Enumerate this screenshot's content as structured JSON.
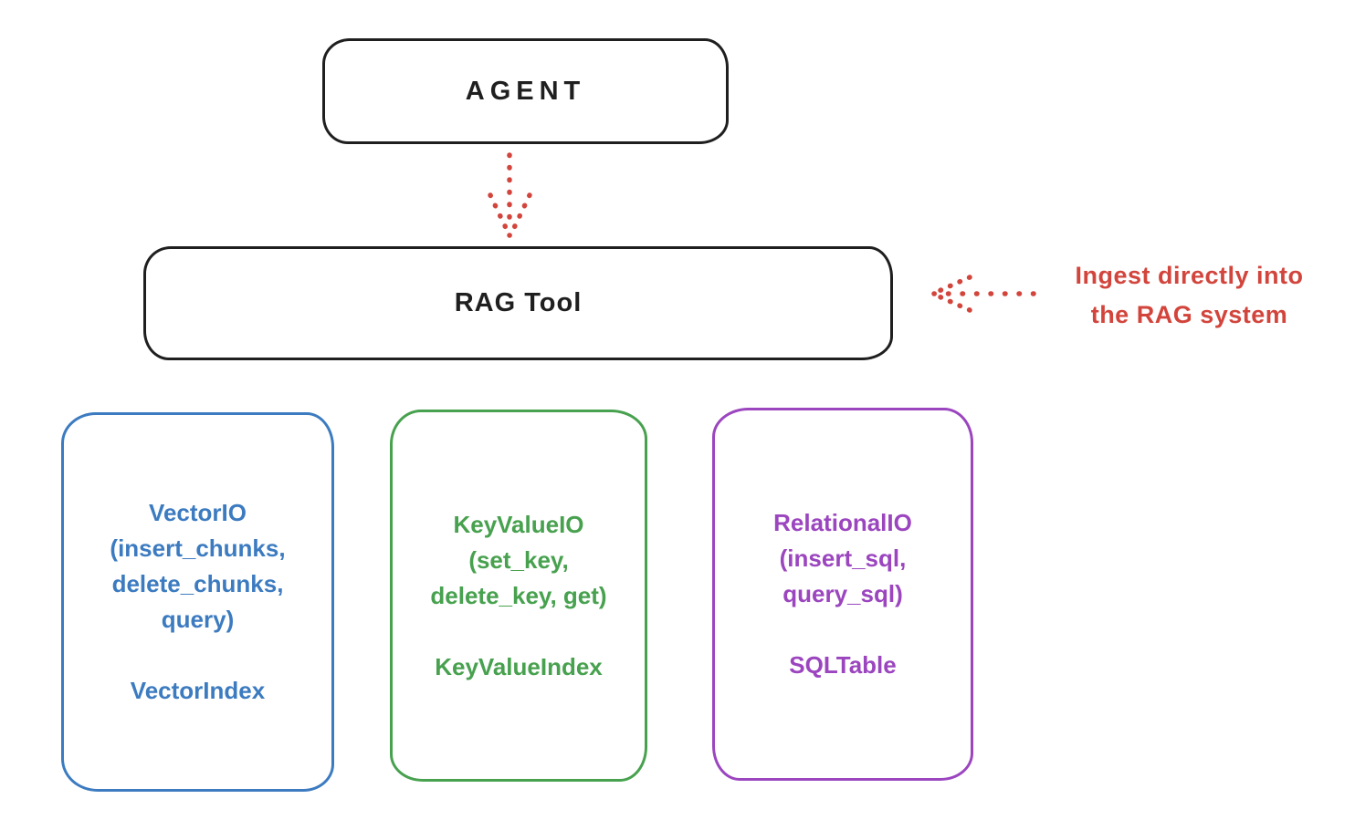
{
  "colors": {
    "stroke_black": "#1f1f1f",
    "annotation_red": "#d2453c",
    "vector_blue": "#3c7bc0",
    "keyvalue_green": "#47a14e",
    "relational_purple": "#9b45bf"
  },
  "nodes": {
    "agent": {
      "label": "AGENT"
    },
    "rag_tool": {
      "label": "RAG Tool"
    }
  },
  "annotation": {
    "line1": "Ingest directly into",
    "line2": "the RAG system"
  },
  "arrows": [
    {
      "name": "agent-to-rag-arrow",
      "style": "dotted",
      "color": "#d2453c",
      "direction": "down"
    },
    {
      "name": "annotation-to-rag-arrow",
      "style": "dotted",
      "color": "#d2453c",
      "direction": "left"
    }
  ],
  "cards": [
    {
      "id": "vector-io",
      "color": "#3c7bc0",
      "lines": [
        "VectorIO",
        "(insert_chunks,",
        "delete_chunks,",
        "query)"
      ],
      "index_label": "VectorIndex"
    },
    {
      "id": "keyvalue-io",
      "color": "#47a14e",
      "lines": [
        "KeyValueIO",
        "(set_key,",
        "delete_key, get)"
      ],
      "index_label": "KeyValueIndex"
    },
    {
      "id": "relational-io",
      "color": "#9b45bf",
      "lines": [
        "RelationalIO",
        "(insert_sql,",
        "query_sql)"
      ],
      "index_label": "SQLTable"
    }
  ]
}
